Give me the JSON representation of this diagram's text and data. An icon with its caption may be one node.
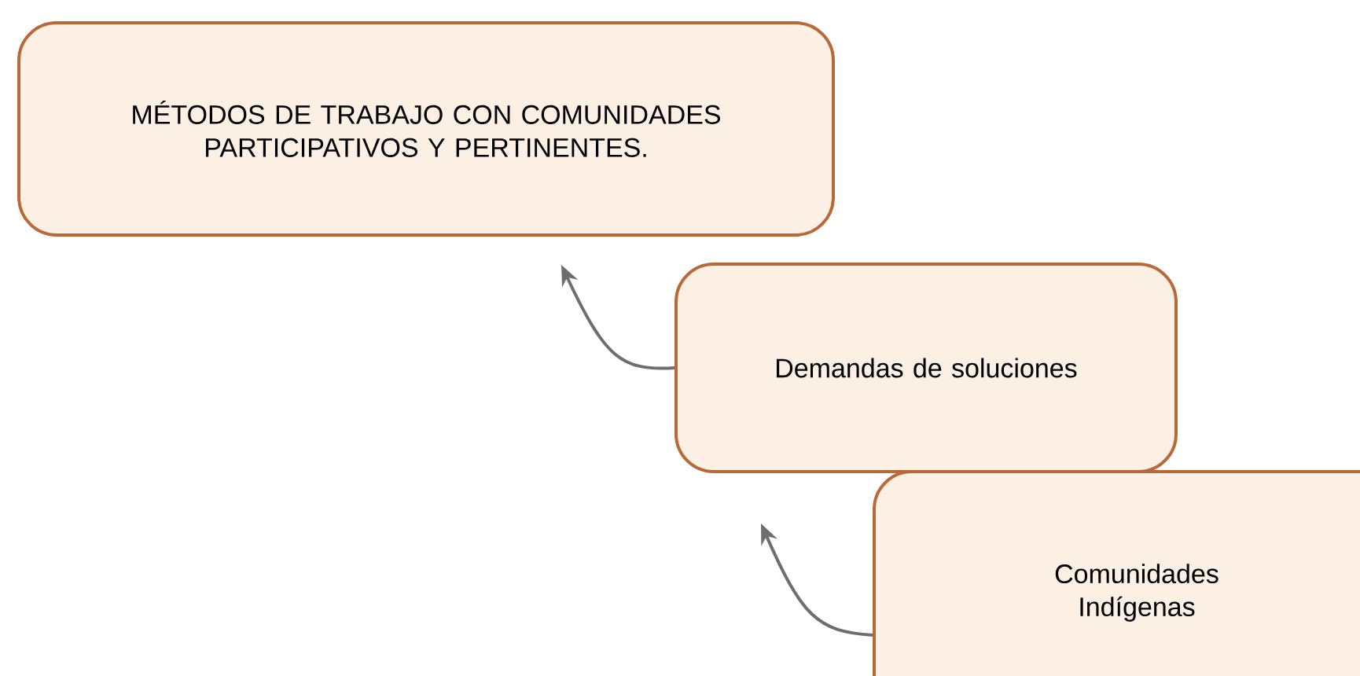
{
  "diagram": {
    "nodes": [
      {
        "text": [
          "MÉTODOS DE TRABAJO CON COMUNIDADES PARTICIPATIVOS Y PERTINENTES."
        ]
      },
      {
        "text": [
          "Demandas de soluciones"
        ]
      },
      {
        "text": [
          "Comunidades Indígenas"
        ]
      }
    ],
    "edges": [
      {
        "from": 1,
        "to": 0,
        "arrow": "to"
      },
      {
        "from": 2,
        "to": 1,
        "arrow": "to"
      }
    ]
  }
}
